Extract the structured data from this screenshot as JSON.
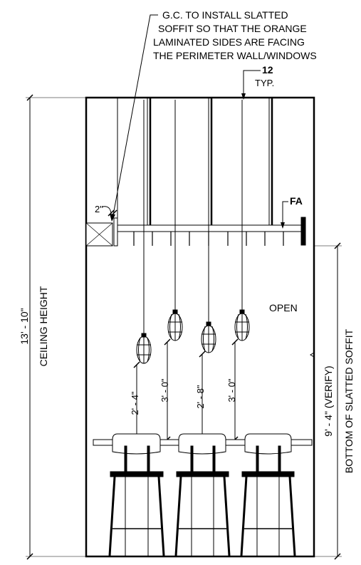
{
  "notes": {
    "soffit_line1": "G.C. TO INSTALL SLATTED",
    "soffit_line2": "SOFFIT SO THAT THE ORANGE",
    "soffit_line3": "LAMINATED SIDES ARE FACING",
    "soffit_line4": "THE PERIMETER WALL/WINDOWS",
    "detail_number": "12",
    "detail_typ": "TYP.",
    "gap": "2\"",
    "fa_tag": "FA",
    "open_label": "OPEN"
  },
  "dimensions": {
    "ceiling_value": "13' - 10\"",
    "ceiling_label": "CEILING HEIGHT",
    "soffit_value": "9' - 4\" (VERIFY)",
    "soffit_label": "BOTTOM OF SLATTED SOFFIT",
    "pendant_drops": [
      "2' - 4\"",
      "3' - 0\"",
      "2' - 8\"",
      "3' - 0\""
    ]
  },
  "colors": {
    "line": "#000000",
    "background": "#ffffff"
  },
  "counts": {
    "pendants": 4,
    "stools": 3
  }
}
